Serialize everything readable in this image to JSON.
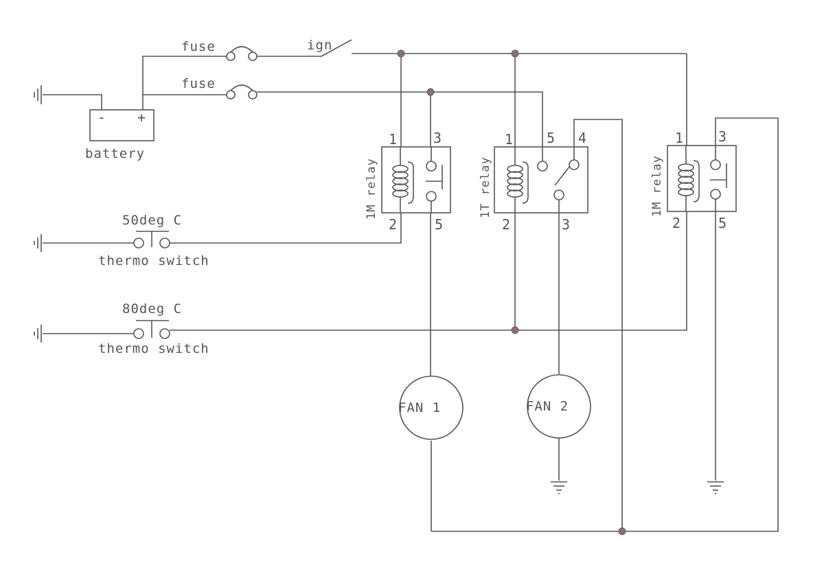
{
  "labels": {
    "fuse_top": "fuse",
    "fuse_bottom": "fuse",
    "ignition": "ign",
    "battery": "battery",
    "battery_minus": "-",
    "battery_plus": "+",
    "thermo1_temp": "50deg C",
    "thermo1_label": "thermo switch",
    "thermo2_temp": "80deg C",
    "thermo2_label": "thermo switch",
    "fan1": "FAN 1",
    "fan2": "FAN 2"
  },
  "relays": [
    {
      "name": "1M relay",
      "pins": {
        "p1": "1",
        "p3": "3",
        "p2": "2",
        "p5": "5"
      }
    },
    {
      "name": "1T relay",
      "pins": {
        "p1": "1",
        "p5": "5",
        "p4": "4",
        "p2": "2",
        "p3": "3"
      }
    },
    {
      "name": "1M relay",
      "pins": {
        "p1": "1",
        "p3": "3",
        "p2": "2",
        "p5": "5"
      }
    }
  ],
  "colors": {
    "wire": "#555555",
    "junction": "#8a7272",
    "background": "#ffffff"
  }
}
